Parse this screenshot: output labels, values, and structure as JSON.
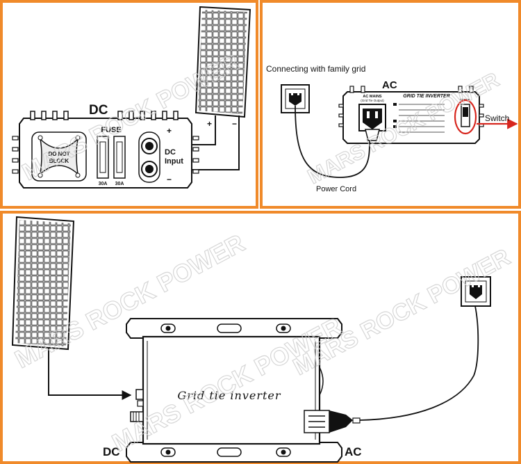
{
  "colors": {
    "frame": "#f08a2a",
    "ink": "#111111",
    "red": "#d7261e",
    "watermark": "#dcdcdc"
  },
  "watermark": "MARS ROCK POWER",
  "panel_dc": {
    "title": "DC",
    "fuse_label": "FUSE",
    "fuse_ratings": [
      "30A",
      "30A"
    ],
    "fan_text": [
      "DO NOT",
      "BLOCK"
    ],
    "plus": "+",
    "minus": "−",
    "dc_input": [
      "DC",
      "Input"
    ]
  },
  "panel_ac": {
    "caption": "Connecting with family grid",
    "title": "AC",
    "ac_mains": [
      "AC MAINS",
      "(Grid Tie Output)"
    ],
    "inverter_label": "GRID TIE INVERTER",
    "start_label": "START",
    "switch_label": "Switch",
    "power_cord_label": "Power  Cord"
  },
  "panel_bottom": {
    "inverter_text": "Grid tie inverter",
    "dc_label": "DC",
    "ac_label": "AC"
  }
}
